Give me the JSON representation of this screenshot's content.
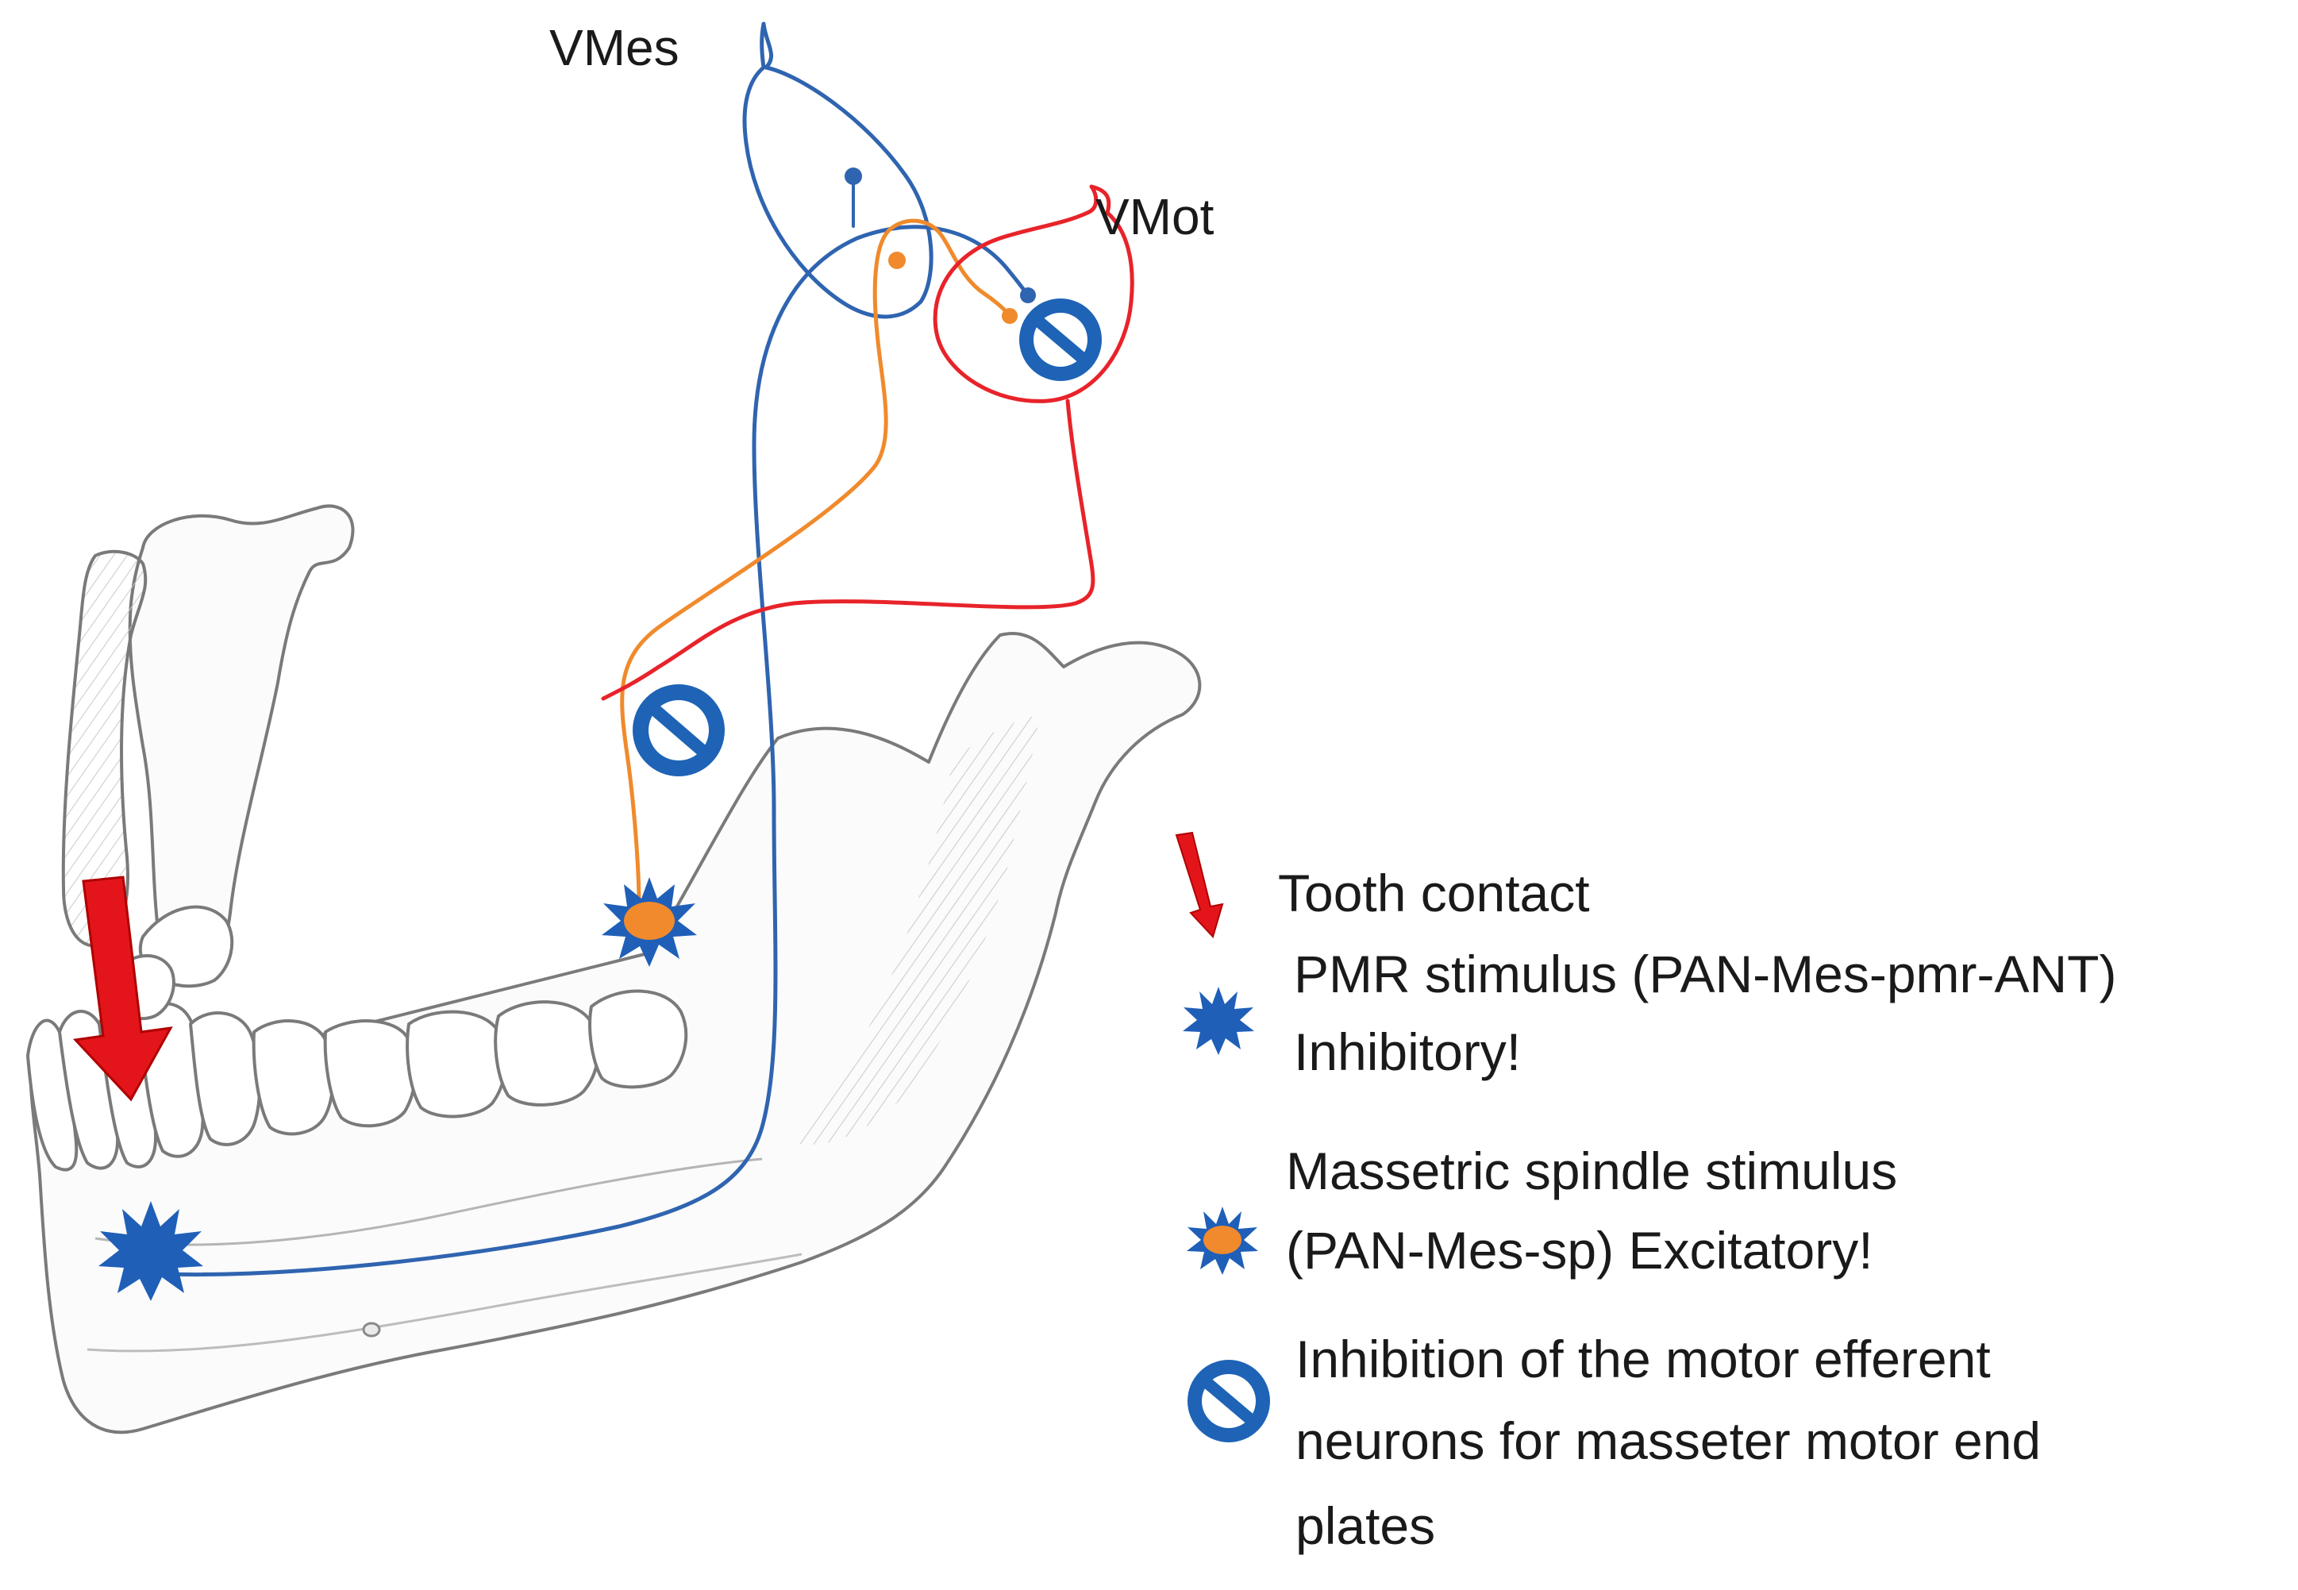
{
  "labels": {
    "vmes": "VMes",
    "vmot": "VMot"
  },
  "legend": [
    {
      "icon": "red-arrow-icon",
      "lines": [
        "Tooth contact"
      ]
    },
    {
      "icon": "blue-burst-icon",
      "lines": [
        "PMR stimulus (PAN-Mes-pmr-ANT)",
        "Inhibitory!"
      ]
    },
    {
      "icon": "orange-burst-icon",
      "lines": [
        "Massetric spindle stimulus",
        "(PAN-Mes-sp) Excitatory!"
      ]
    },
    {
      "icon": "inhibition-symbol-icon",
      "lines": [
        "Inhibition of the motor efferent",
        "neurons for masseter motor end",
        "plates"
      ]
    }
  ],
  "colors": {
    "vmes_blue": "#2f64b0",
    "vmot_red": "#e8232a",
    "spindle_orange": "#f08a2c",
    "arrow_red": "#e3151b",
    "burst_blue": "#1f5fb8",
    "inhibit_blue": "#1e63b6",
    "bone_line": "#7a7a7a"
  }
}
